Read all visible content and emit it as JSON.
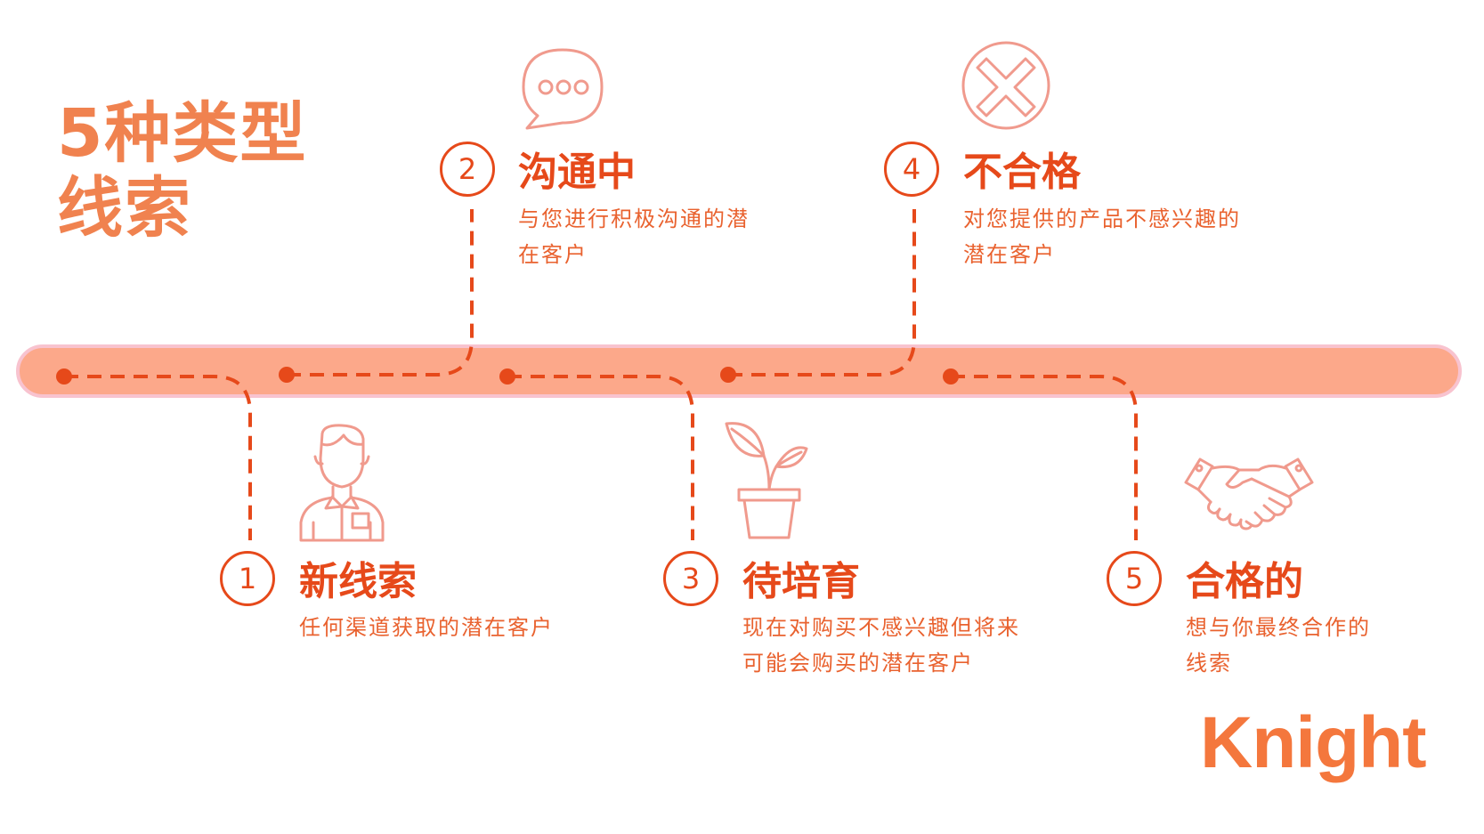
{
  "title": {
    "line1": "5种类型",
    "line2": "线索"
  },
  "colors": {
    "band": "#fca88a",
    "band_border": "#f8c3cf",
    "accent": "#e6491a",
    "title": "#f0824f",
    "icon_stroke": "#f09a8d",
    "logo": "#f4773d"
  },
  "steps": [
    {
      "number": "1",
      "title": "新线索",
      "desc_line1": "任何渠道获取的潜在客户",
      "desc_line2": "",
      "icon": "person-icon"
    },
    {
      "number": "2",
      "title": "沟通中",
      "desc_line1": "与您进行积极沟通的潜",
      "desc_line2": "在客户",
      "icon": "chat-bubble-icon"
    },
    {
      "number": "3",
      "title": "待培育",
      "desc_line1": "现在对购买不感兴趣但将来",
      "desc_line2": "可能会购买的潜在客户",
      "icon": "plant-pot-icon"
    },
    {
      "number": "4",
      "title": "不合格",
      "desc_line1": "对您提供的产品不感兴趣的",
      "desc_line2": "潜在客户",
      "icon": "x-circle-icon"
    },
    {
      "number": "5",
      "title": "合格的",
      "desc_line1": "想与你最终合作的",
      "desc_line2": "线索",
      "icon": "handshake-icon"
    }
  ],
  "logo": {
    "text": "Knight"
  }
}
